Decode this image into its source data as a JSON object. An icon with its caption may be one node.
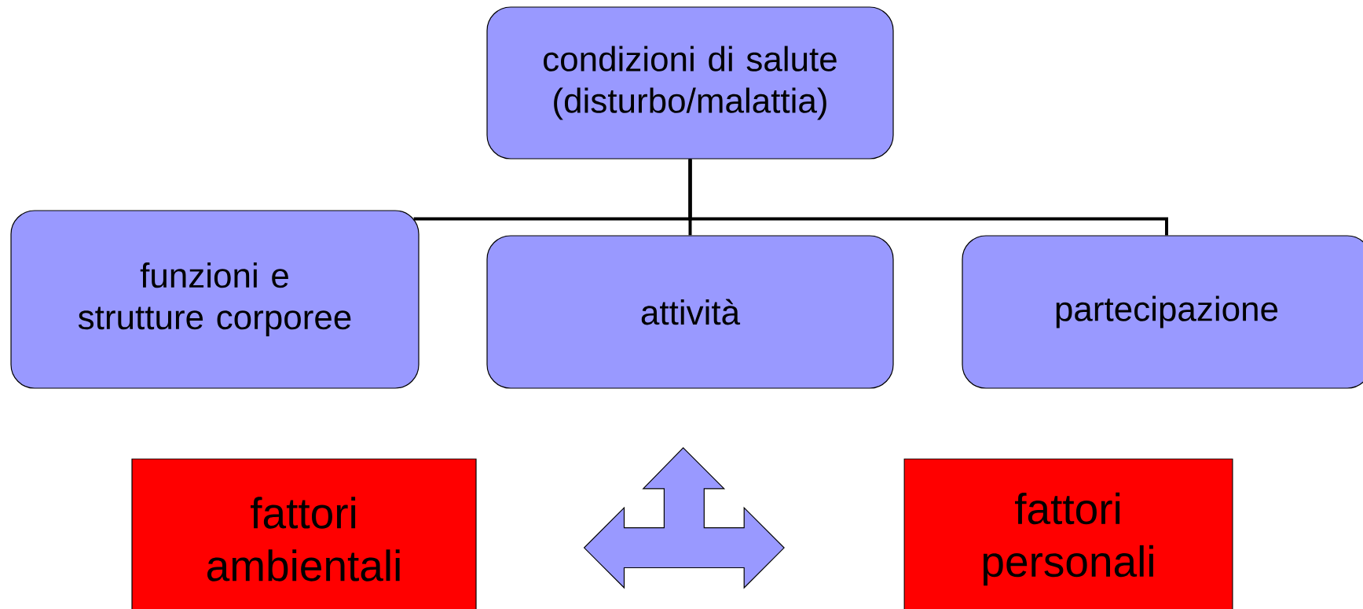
{
  "diagram": {
    "nodes": [
      {
        "text": [
          "condizioni di salute (disturbo/malattia)"
        ]
      },
      {
        "text": [
          "funzioni e strutture corporee"
        ]
      },
      {
        "text": [
          "attività"
        ]
      },
      {
        "text": [
          "partecipazione"
        ]
      },
      {
        "text": [
          "fattori ambientali"
        ]
      },
      {
        "text": [],
        "shape": "arrow"
      },
      {
        "text": [
          "fattori personali"
        ]
      }
    ],
    "edges": [
      {
        "from": 0,
        "to": 1,
        "arrow": "none"
      },
      {
        "from": 0,
        "to": 2,
        "arrow": "none"
      },
      {
        "from": 0,
        "to": 3,
        "arrow": "none"
      }
    ]
  }
}
